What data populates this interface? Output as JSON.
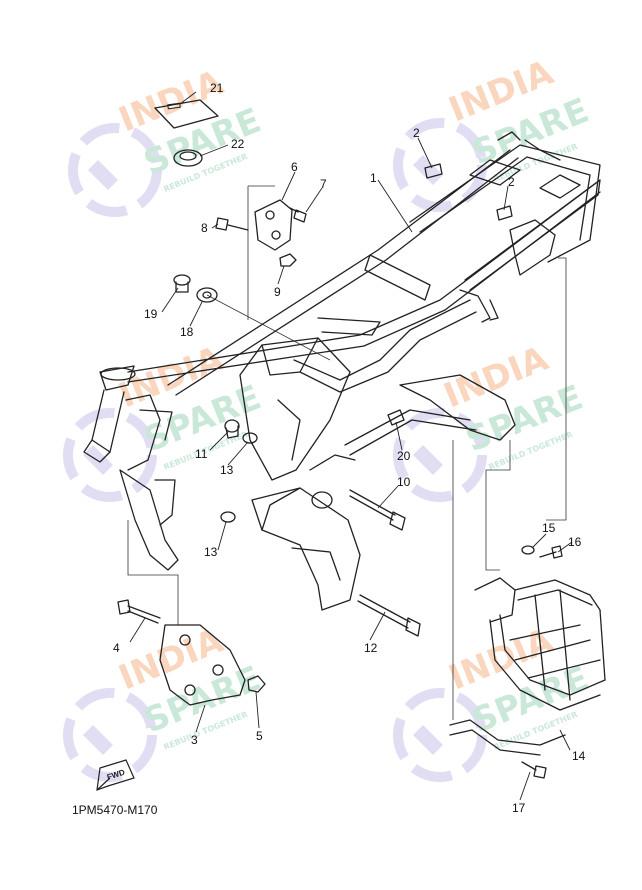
{
  "diagram_code": "1PM5470-M170",
  "fwd_label": "FWD",
  "watermark": {
    "line1": "INDIA",
    "line2": "SPARE",
    "tagline": "REBUILD TOGETHER",
    "color_orange": "#f6b48a",
    "color_green": "#9fd6b8",
    "color_icon": "#c9c2ea"
  },
  "callouts": [
    {
      "id": "c1",
      "label": "1"
    },
    {
      "id": "c2a",
      "label": "2"
    },
    {
      "id": "c2b",
      "label": "2"
    },
    {
      "id": "c3",
      "label": "3"
    },
    {
      "id": "c4",
      "label": "4"
    },
    {
      "id": "c5",
      "label": "5"
    },
    {
      "id": "c6",
      "label": "6"
    },
    {
      "id": "c7",
      "label": "7"
    },
    {
      "id": "c8",
      "label": "8"
    },
    {
      "id": "c9",
      "label": "9"
    },
    {
      "id": "c10",
      "label": "10"
    },
    {
      "id": "c11",
      "label": "11"
    },
    {
      "id": "c12",
      "label": "12"
    },
    {
      "id": "c13a",
      "label": "13"
    },
    {
      "id": "c13b",
      "label": "13"
    },
    {
      "id": "c14",
      "label": "14"
    },
    {
      "id": "c15",
      "label": "15"
    },
    {
      "id": "c16",
      "label": "16"
    },
    {
      "id": "c17",
      "label": "17"
    },
    {
      "id": "c18",
      "label": "18"
    },
    {
      "id": "c19",
      "label": "19"
    },
    {
      "id": "c20",
      "label": "20"
    },
    {
      "id": "c21",
      "label": "21"
    },
    {
      "id": "c22",
      "label": "22"
    }
  ]
}
